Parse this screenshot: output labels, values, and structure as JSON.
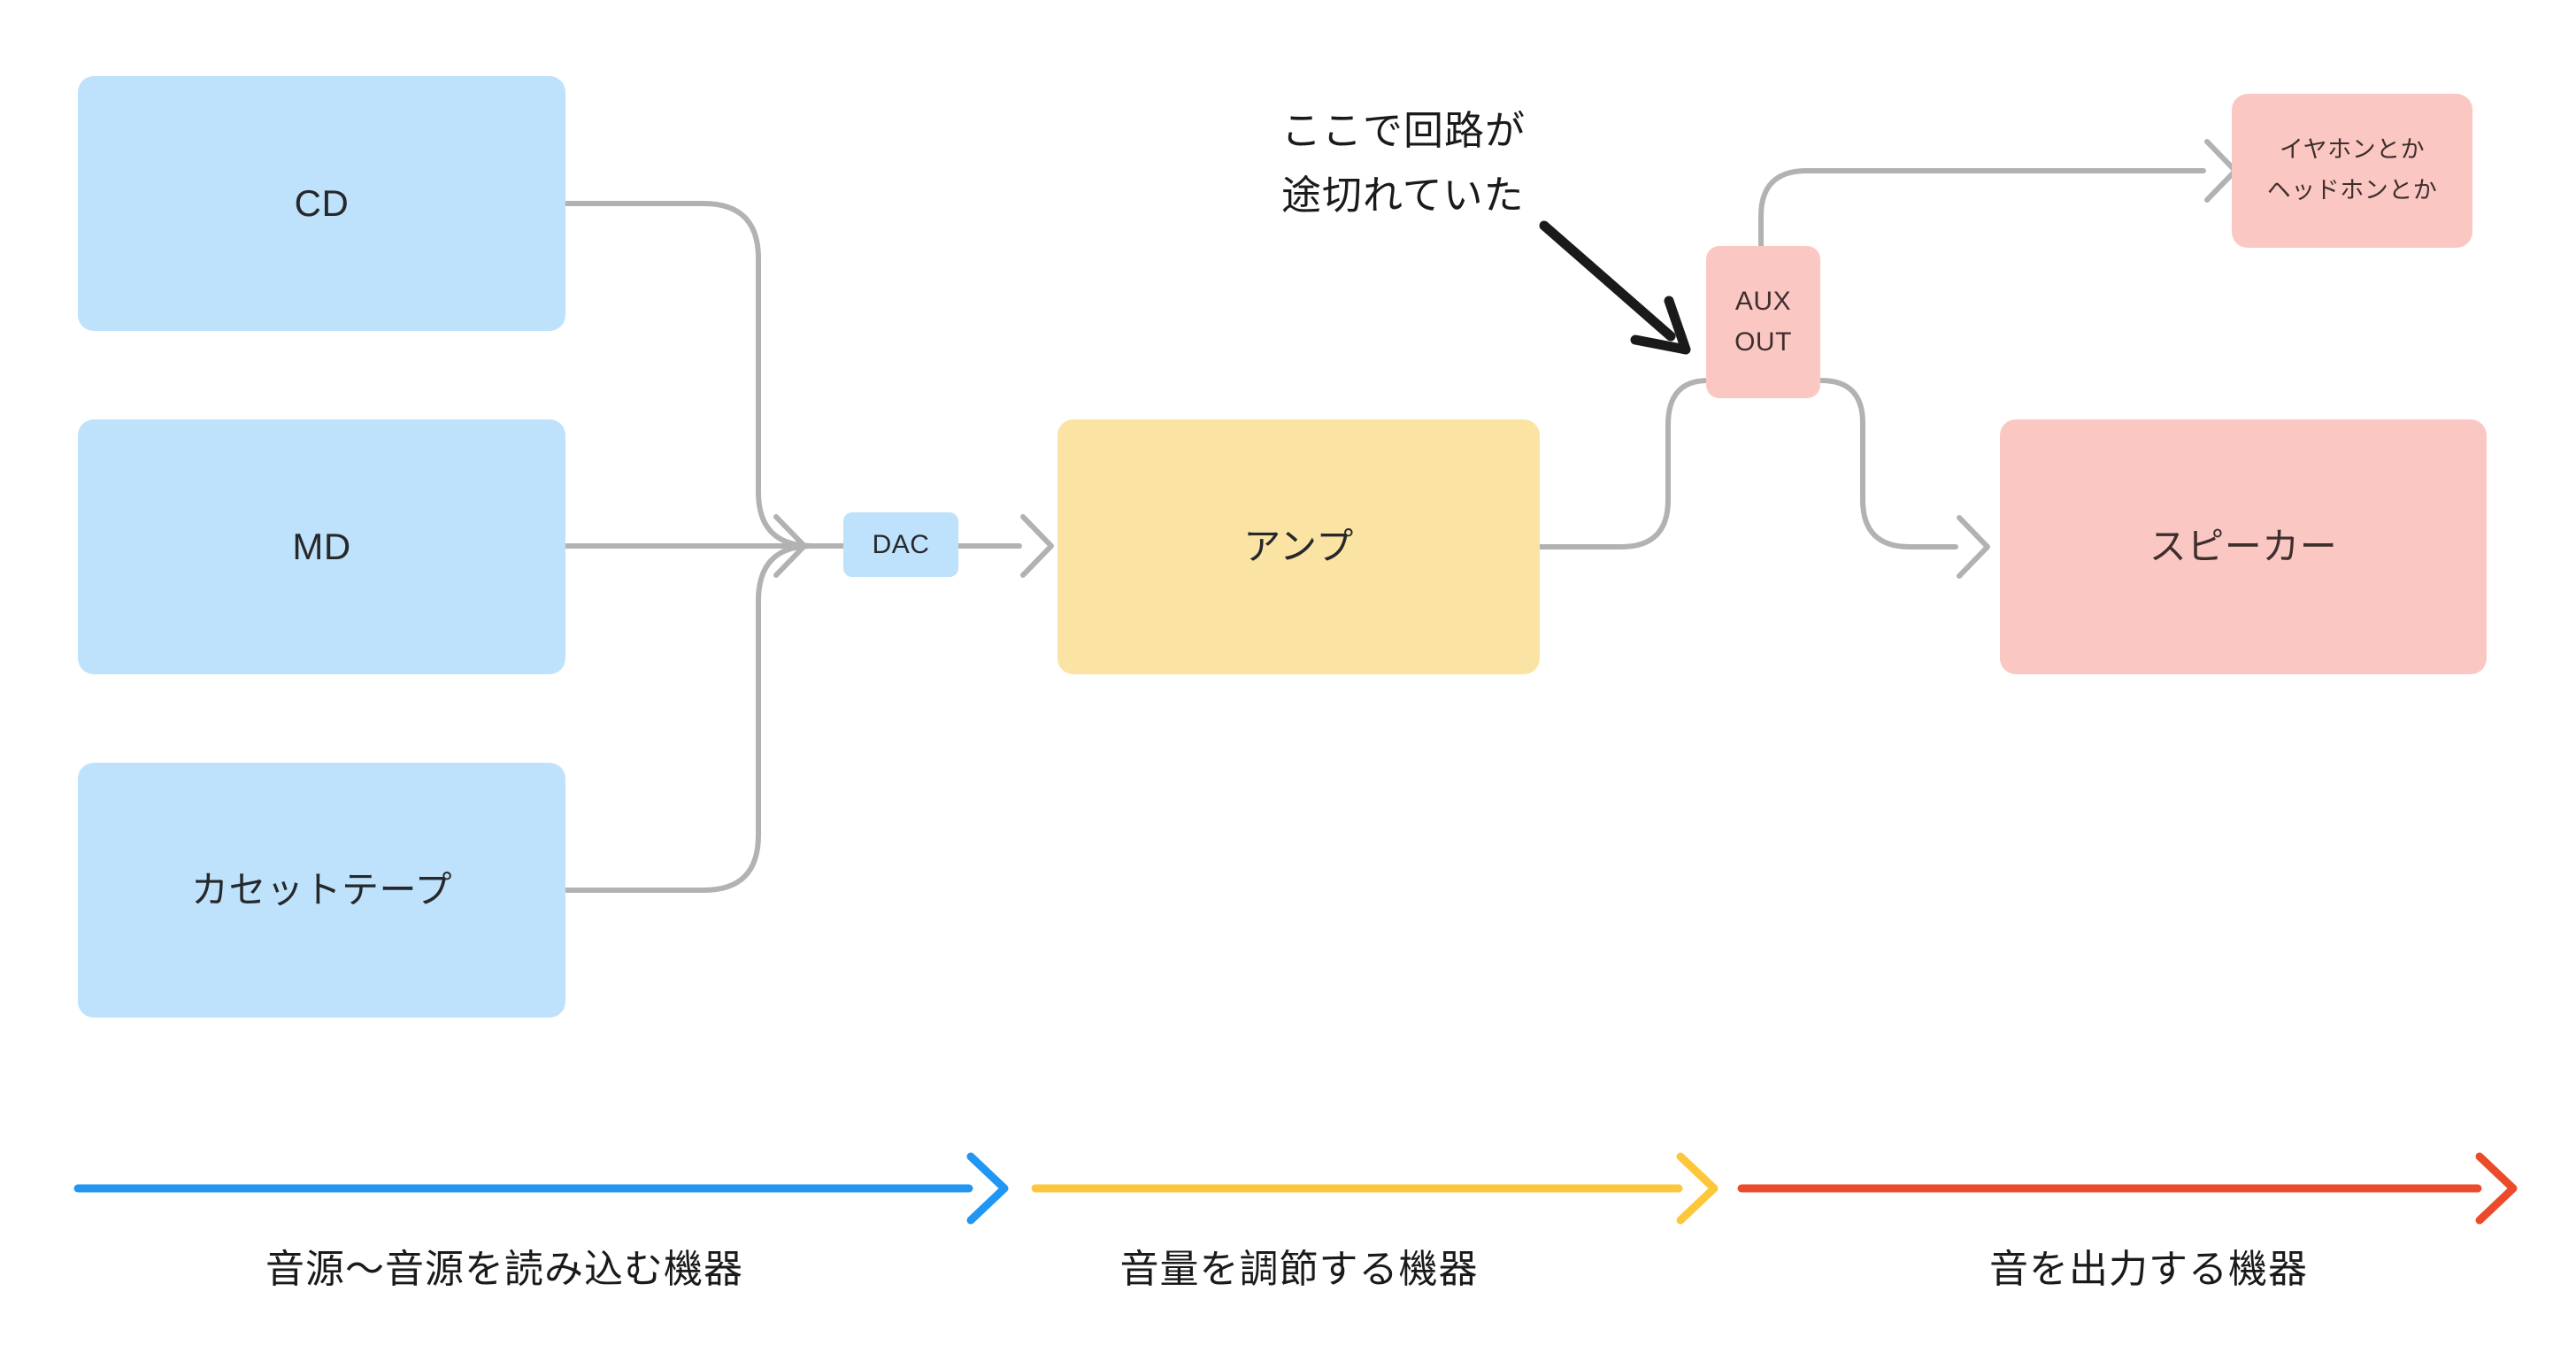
{
  "colors": {
    "source_fill": "#BEE2FB",
    "amp_fill": "#FAE3A3",
    "output_fill": "#FBC7C3",
    "connector": "#B2B2B2",
    "annotation_arrow": "#1A1A1A",
    "stage1_arrow": "#2196F3",
    "stage2_arrow": "#FDC73B",
    "stage3_arrow": "#EC4B2B"
  },
  "nodes": {
    "cd": {
      "label": "CD"
    },
    "md": {
      "label": "MD"
    },
    "cassette": {
      "label": "カセットテープ"
    },
    "dac": {
      "label": "DAC"
    },
    "amp": {
      "label": "アンプ"
    },
    "aux": {
      "line1": "AUX",
      "line2": "OUT"
    },
    "headphones": {
      "line1": "イヤホンとか",
      "line2": "ヘッドホンとか"
    },
    "speaker": {
      "label": "スピーカー"
    }
  },
  "annotation": {
    "line1": "ここで回路が",
    "line2": "途切れていた"
  },
  "stages": [
    {
      "label": "音源〜音源を読み込む機器",
      "color": "#2196F3"
    },
    {
      "label": "音量を調節する機器",
      "color": "#FDC73B"
    },
    {
      "label": "音を出力する機器",
      "color": "#EC4B2B"
    }
  ]
}
